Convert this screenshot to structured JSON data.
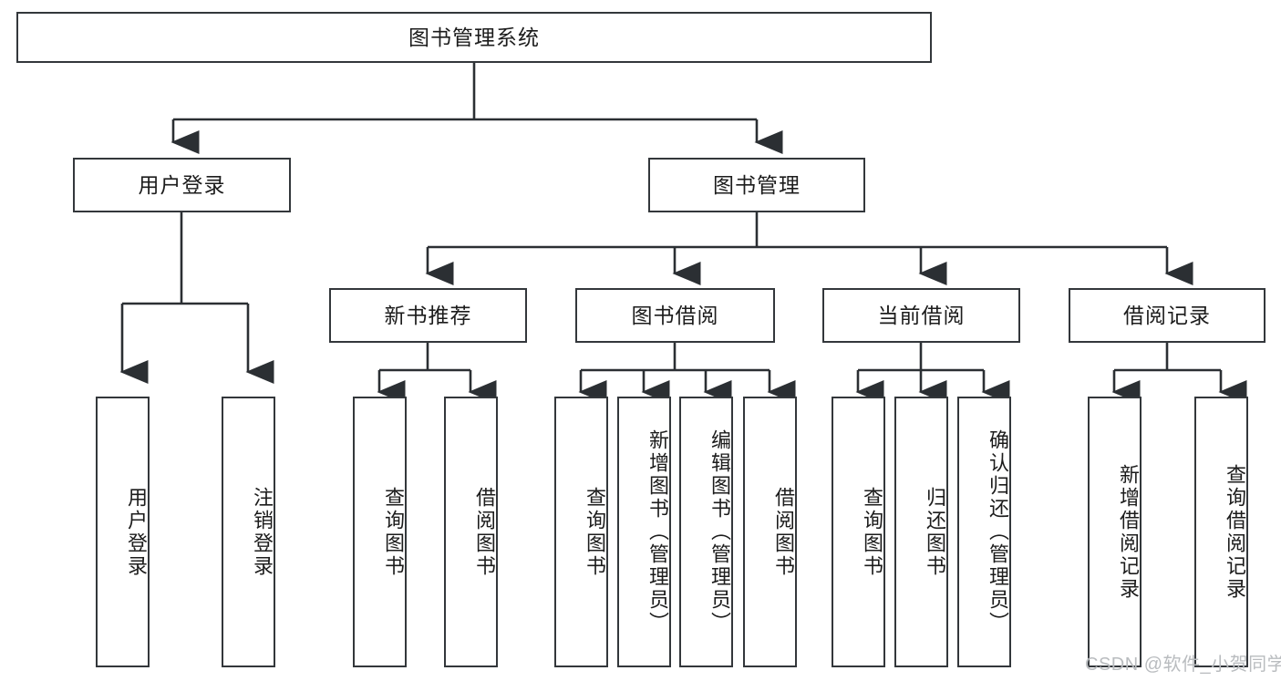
{
  "diagram": {
    "title": "图书管理系统",
    "type": "tree-hierarchy-chart",
    "orientation": "top-down",
    "levels": 4,
    "style": {
      "box_fill": "#ffffff",
      "box_stroke": "#33373b",
      "text_color": "#1c1c1c",
      "connector_color": "#2b2f33",
      "background": "#ffffff",
      "watermark_color": "#b9bcbf"
    }
  },
  "root": {
    "label": "图书管理系统"
  },
  "level2": [
    {
      "label": "用户登录"
    },
    {
      "label": "图书管理"
    }
  ],
  "level3": [
    {
      "label": "新书推荐"
    },
    {
      "label": "图书借阅"
    },
    {
      "label": "当前借阅"
    },
    {
      "label": "借阅记录"
    }
  ],
  "leaves": {
    "user_login": [
      {
        "label": "用户登录"
      },
      {
        "label": "注销登录"
      }
    ],
    "new_book_recommend": [
      {
        "label": "查询图书"
      },
      {
        "label": "借阅图书"
      }
    ],
    "book_borrow": [
      {
        "label": "查询图书"
      },
      {
        "label": "新增图书（管理员）"
      },
      {
        "label": "编辑图书（管理员）"
      },
      {
        "label": "借阅图书"
      }
    ],
    "current_borrow": [
      {
        "label": "查询图书"
      },
      {
        "label": "归还图书"
      },
      {
        "label": "确认归还（管理员）"
      }
    ],
    "borrow_record": [
      {
        "label": "新增借阅记录"
      },
      {
        "label": "查询借阅记录"
      }
    ]
  },
  "watermark": {
    "text": "CSDN @软件_小贺同学"
  }
}
